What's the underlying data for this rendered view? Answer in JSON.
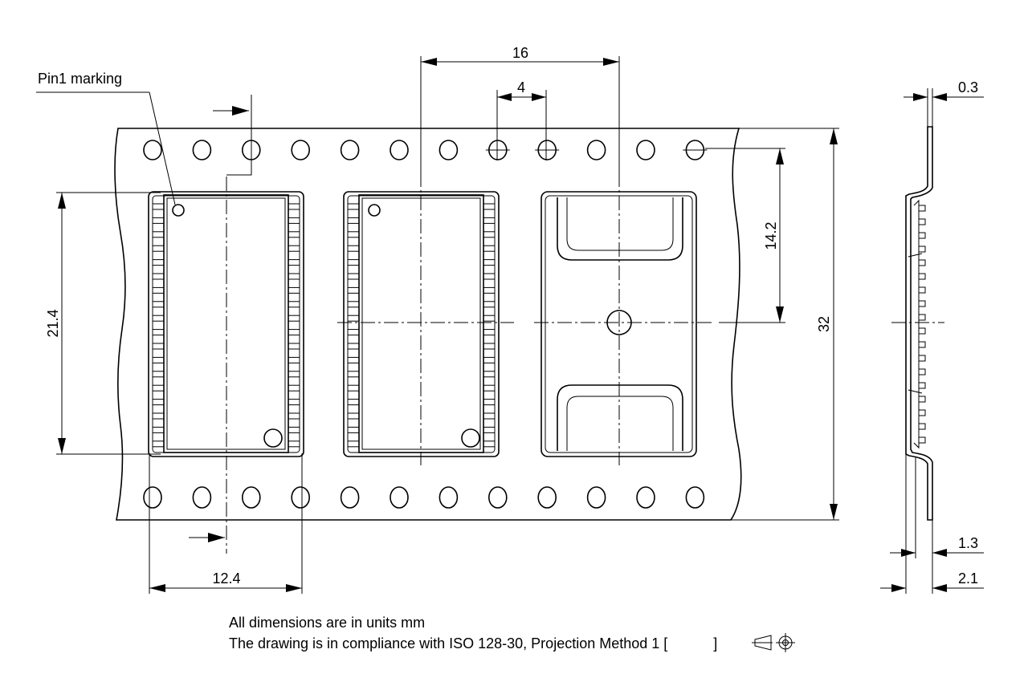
{
  "labels": {
    "pin1_marking": "Pin1 marking"
  },
  "dimensions": {
    "pocket_pitch": "16",
    "sprocket_pitch": "4",
    "component_height": "21.4",
    "hole_to_center": "14.2",
    "tape_width": "32",
    "pocket_width": "12.4",
    "tape_thickness": "0.3",
    "cover_offset": "1.3",
    "pocket_depth": "2.1"
  },
  "notes": {
    "line1": "All dimensions are in units mm",
    "line2_prefix": "The drawing is in compliance with ISO 128-30, Projection Method 1 [",
    "line2_suffix": "]"
  },
  "colors": {
    "stroke": "#000000",
    "background": "#ffffff"
  },
  "icons": {
    "projection_symbol": "first-angle-projection-icon"
  }
}
